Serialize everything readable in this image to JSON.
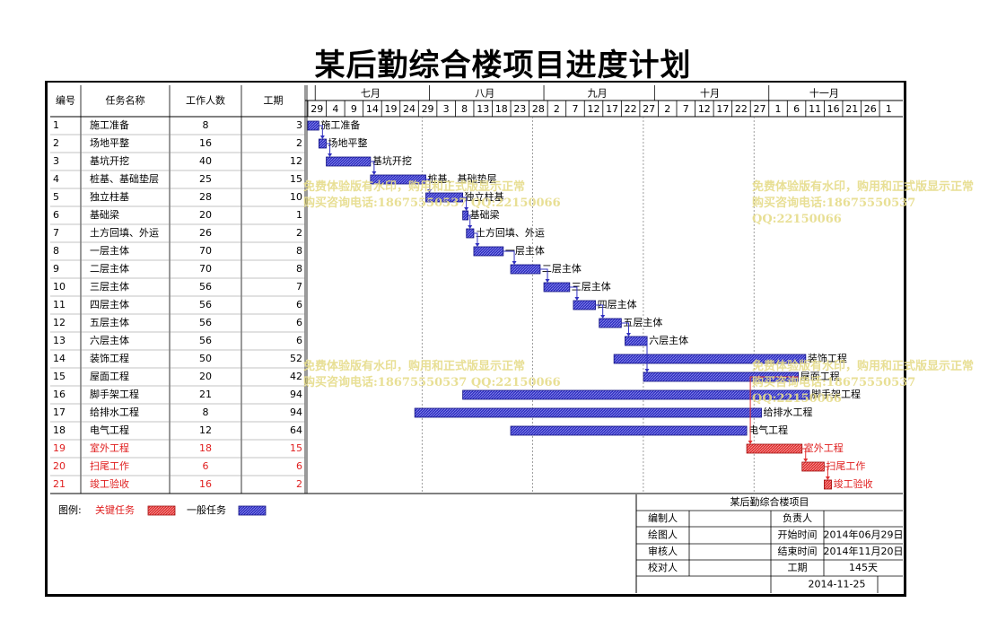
{
  "title": "某后勤综合楼项目进度计划",
  "colors": {
    "general": "#3030c0",
    "critical": "#e03030",
    "critical_text": "#e02020",
    "watermark": "#e6dc8a"
  },
  "headers": {
    "id": "编号",
    "name": "任务名称",
    "workers": "工作人数",
    "duration": "工期"
  },
  "months": [
    "七月",
    "八月",
    "九月",
    "十月",
    "十一月"
  ],
  "day_ticks": [
    "29",
    "4",
    "9",
    "14",
    "19",
    "24",
    "29",
    "3",
    "8",
    "13",
    "18",
    "23",
    "28",
    "2",
    "7",
    "12",
    "17",
    "22",
    "27",
    "2",
    "7",
    "12",
    "17",
    "22",
    "27",
    "1",
    "6",
    "11",
    "16",
    "21",
    "26",
    "1"
  ],
  "chart_data": {
    "type": "gantt",
    "x_axis": "2014-06-29 to 2014-12-01, ticks every 5 days",
    "tasks": [
      {
        "id": "1",
        "name": "施工准备",
        "workers": "8",
        "duration": "3",
        "start": "2014-06-29",
        "end": "2014-07-01",
        "critical": false
      },
      {
        "id": "2",
        "name": "场地平整",
        "workers": "16",
        "duration": "2",
        "start": "2014-07-02",
        "end": "2014-07-03",
        "critical": false
      },
      {
        "id": "3",
        "name": "基坑开挖",
        "workers": "40",
        "duration": "12",
        "start": "2014-07-04",
        "end": "2014-07-15",
        "critical": false
      },
      {
        "id": "4",
        "name": "桩基、基础垫层",
        "workers": "25",
        "duration": "15",
        "start": "2014-07-16",
        "end": "2014-07-30",
        "critical": false
      },
      {
        "id": "5",
        "name": "独立柱基",
        "workers": "28",
        "duration": "10",
        "start": "2014-07-31",
        "end": "2014-08-09",
        "critical": false
      },
      {
        "id": "6",
        "name": "基础梁",
        "workers": "20",
        "duration": "1",
        "start": "2014-08-10",
        "end": "2014-08-10",
        "critical": false
      },
      {
        "id": "7",
        "name": "土方回填、外运",
        "workers": "26",
        "duration": "2",
        "start": "2014-08-11",
        "end": "2014-08-12",
        "critical": false
      },
      {
        "id": "8",
        "name": "一层主体",
        "workers": "70",
        "duration": "8",
        "start": "2014-08-13",
        "end": "2014-08-20",
        "critical": false
      },
      {
        "id": "9",
        "name": "二层主体",
        "workers": "70",
        "duration": "8",
        "start": "2014-08-23",
        "end": "2014-08-30",
        "critical": false
      },
      {
        "id": "10",
        "name": "三层主体",
        "workers": "56",
        "duration": "7",
        "start": "2014-09-01",
        "end": "2014-09-07",
        "critical": false
      },
      {
        "id": "11",
        "name": "四层主体",
        "workers": "56",
        "duration": "6",
        "start": "2014-09-09",
        "end": "2014-09-14",
        "critical": false
      },
      {
        "id": "12",
        "name": "五层主体",
        "workers": "56",
        "duration": "6",
        "start": "2014-09-16",
        "end": "2014-09-21",
        "critical": false
      },
      {
        "id": "13",
        "name": "六层主体",
        "workers": "56",
        "duration": "6",
        "start": "2014-09-23",
        "end": "2014-09-28",
        "critical": false
      },
      {
        "id": "14",
        "name": "装饰工程",
        "workers": "50",
        "duration": "52",
        "start": "2014-09-20",
        "end": "2014-11-10",
        "critical": false
      },
      {
        "id": "15",
        "name": "屋面工程",
        "workers": "20",
        "duration": "42",
        "start": "2014-09-28",
        "end": "2014-11-08",
        "critical": false
      },
      {
        "id": "16",
        "name": "脚手架工程",
        "workers": "21",
        "duration": "94",
        "start": "2014-08-10",
        "end": "2014-11-11",
        "critical": false
      },
      {
        "id": "17",
        "name": "给排水工程",
        "workers": "8",
        "duration": "94",
        "start": "2014-07-28",
        "end": "2014-10-29",
        "critical": false
      },
      {
        "id": "18",
        "name": "电气工程",
        "workers": "12",
        "duration": "64",
        "start": "2014-08-23",
        "end": "2014-10-25",
        "critical": false
      },
      {
        "id": "19",
        "name": "室外工程",
        "workers": "18",
        "duration": "15",
        "start": "2014-10-26",
        "end": "2014-11-09",
        "critical": true
      },
      {
        "id": "20",
        "name": "扫尾工作",
        "workers": "6",
        "duration": "6",
        "start": "2014-11-10",
        "end": "2014-11-15",
        "critical": true
      },
      {
        "id": "21",
        "name": "竣工验收",
        "workers": "16",
        "duration": "2",
        "start": "2014-11-16",
        "end": "2014-11-17",
        "critical": true
      }
    ]
  },
  "legend": {
    "label": "图例:",
    "critical": "关键任务",
    "general": "一般任务"
  },
  "info": {
    "project": "某后勤综合楼项目",
    "editor_label": "编制人",
    "manager_label": "负责人",
    "drawer_label": "绘图人",
    "start_label": "开始时间",
    "start_value": "2014年06月29日",
    "reviewer_label": "审核人",
    "end_label": "结束时间",
    "end_value": "2014年11月20日",
    "checker_label": "校对人",
    "duration_label": "工期",
    "duration_value": "145天",
    "date": "2014-11-25"
  },
  "watermark": {
    "line1": "免费体验版有水印，购用和正式版显示正常",
    "line2": "购买咨询电话:18675550537 QQ:22150066"
  }
}
